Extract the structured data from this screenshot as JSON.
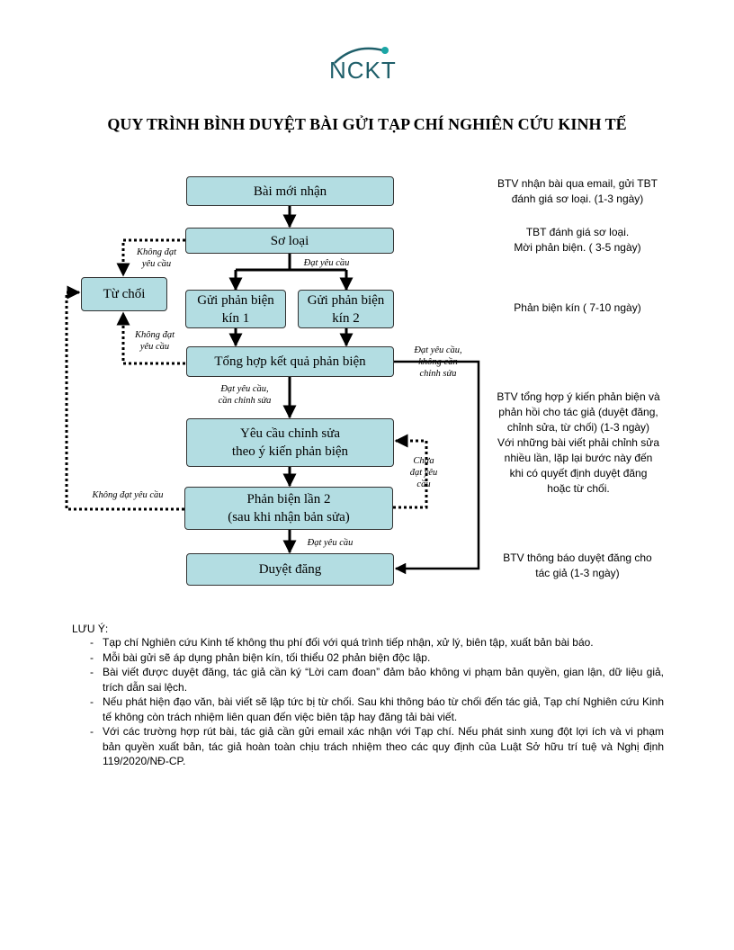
{
  "logo": {
    "text": "NCKT"
  },
  "title": "QUY TRÌNH BÌNH DUYỆT BÀI GỬI TẠP CHÍ NGHIÊN CỨU KINH TẾ",
  "boxes": {
    "new": "Bài mới nhận",
    "screen": "Sơ loại",
    "reject": "Từ chối",
    "review1": [
      "Gửi phản biện",
      "kín 1"
    ],
    "review2": [
      "Gửi phản biện",
      "kín 2"
    ],
    "summary": "Tổng hợp kết quả phản biện",
    "revise": [
      "Yêu cầu chỉnh sửa",
      "theo ý kiến phản biện"
    ],
    "review_round2": [
      "Phản biện lần 2",
      "(sau khi nhận bản sửa)"
    ],
    "accept": "Duyệt đăng"
  },
  "labels": {
    "not_met_1": [
      "Không đạt",
      "yêu cầu"
    ],
    "met_1": "Đạt yêu cầu",
    "not_met_2": [
      "Không đạt",
      "yêu cầu"
    ],
    "met_no_edit": [
      "Đạt yêu cầu,",
      "không cần",
      "chỉnh sửa"
    ],
    "met_edit": [
      "Đạt yêu cầu,",
      "cần chỉnh sửa"
    ],
    "not_yet_met": [
      "Chưa",
      "đạt yêu",
      "cầu"
    ],
    "not_met_3": "Không đạt yêu cầu",
    "met_2": "Đạt yêu cầu"
  },
  "notes_right": {
    "n1": [
      "BTV nhận bài qua email, gửi TBT",
      "đánh giá sơ loại. (1-3 ngày)"
    ],
    "n2": [
      "TBT đánh giá sơ loại.",
      "Mời phản biện. ( 3-5 ngày)"
    ],
    "n3": "Phản biện kín ( 7-10 ngày)",
    "n4": [
      "BTV tổng hợp ý kiến phản biện và",
      "phản hồi cho tác giả (duyệt đăng,",
      "chỉnh sửa, từ chối) (1-3 ngày)",
      "Với những bài viết phải chỉnh sửa",
      "nhiều lần, lặp lại bước này đến",
      "khi có quyết định duyệt đăng",
      "hoặc từ chối."
    ],
    "n5": [
      "BTV thông báo duyệt đăng cho",
      "tác giả (1-3 ngày)"
    ]
  },
  "notes": {
    "heading": "LƯU Ý:",
    "items": [
      "Tạp chí Nghiên cứu Kinh tế không thu phí đối với quá trình tiếp nhận, xử lý, biên tập, xuất bản bài báo.",
      "Mỗi bài gửi sẽ áp dụng phản biện kín, tối thiểu 02 phản biện độc lập.",
      "Bài viết được duyệt đăng, tác giả cần ký “Lời cam đoan” đảm bảo không vi phạm bản quyền, gian lận, dữ liệu giả, trích dẫn sai lệch.",
      "Nếu phát hiện đạo văn, bài viết sẽ lập tức bị từ chối. Sau khi thông báo từ chối đến tác giả, Tạp chí Nghiên cứu Kinh tế không còn trách nhiệm liên quan đến việc biên tập hay đăng tải bài viết.",
      "Với các trường hợp rút bài, tác giả cần gửi email xác nhận với Tạp chí. Nếu phát sinh xung đột lợi ích và vi phạm bản quyền xuất bản, tác giả hoàn toàn chịu trách nhiệm theo các quy định của Luật Sở hữu trí tuệ và Nghị định 119/2020/NĐ-CP."
    ]
  },
  "colors": {
    "box_fill": "#b3dde2",
    "logo": "#1f5f6a",
    "logo_dot": "#1aa5a5"
  }
}
